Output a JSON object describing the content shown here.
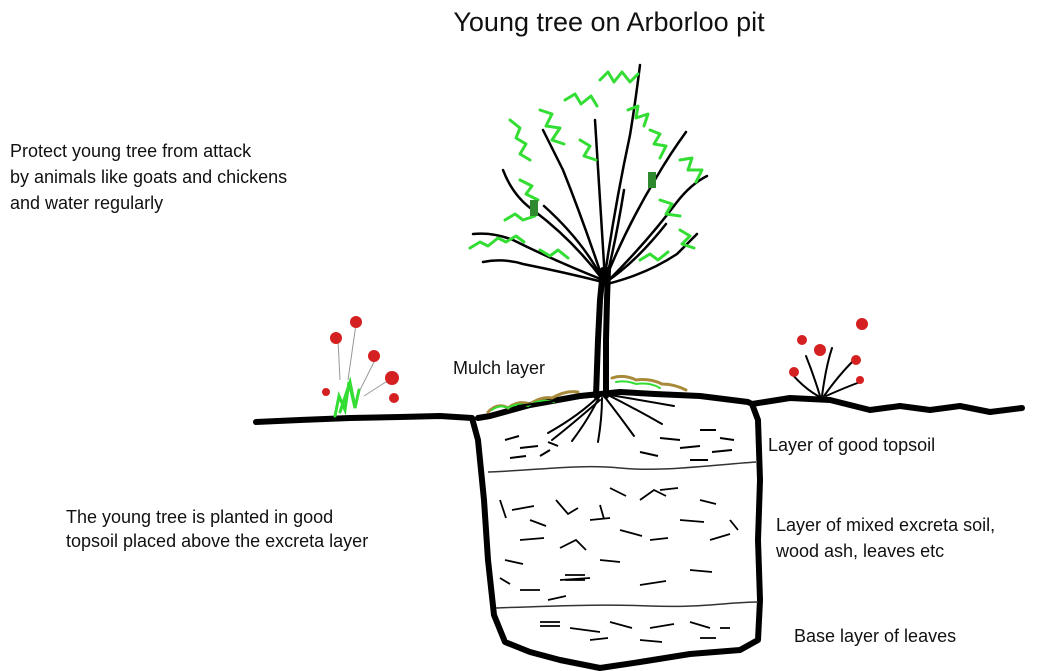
{
  "title": "Young tree on Arborloo pit",
  "labels": {
    "protect": [
      "Protect young tree from attack",
      "by animals like goats and chickens",
      "and water regularly"
    ],
    "planted": [
      "The young tree is planted in good",
      "topsoil placed above the excreta layer"
    ],
    "mulch": "Mulch layer",
    "topsoil": "Layer of good topsoil",
    "mixed": [
      "Layer of mixed excreta soil,",
      "wood ash, leaves etc"
    ],
    "base": "Base layer of leaves"
  },
  "colors": {
    "outline": "#000000",
    "leaf": "#33dd33",
    "leaf_dark": "#2f8a2f",
    "flower": "#d42020",
    "mulch": "#a88a3a"
  }
}
